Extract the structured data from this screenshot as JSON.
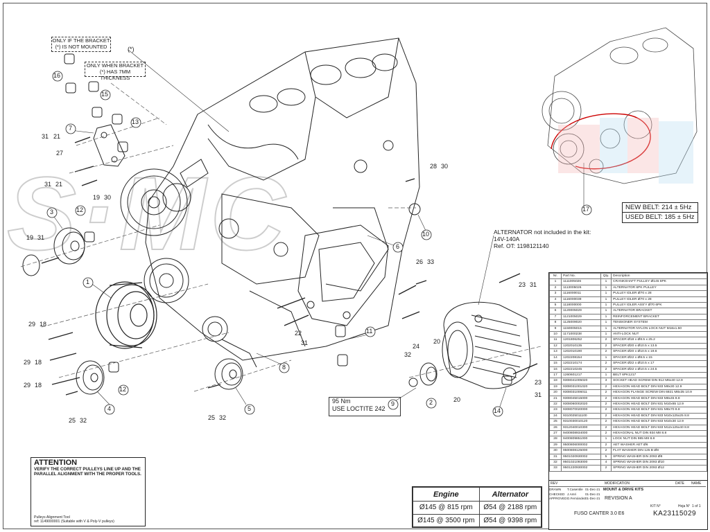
{
  "notes": {
    "bracket_not_mounted": "ONLY IF THE BRACKET (*) IS NOT MOUNTED",
    "bracket_7mm": "ONLY WHEN BRACKET (*) HAS 7MM THICKNESS",
    "asterisk": "(*)",
    "alternator_line1": "ALTERNATOR not included in the kit:",
    "alternator_line2": "14V-140A",
    "alternator_line3": "Ref. OT: 1198121140",
    "loctite_line1": "95 Nm",
    "loctite_line2": "USE LOCTITE 242"
  },
  "belt": {
    "new": "NEW BELT:  214 ± 5Hz",
    "used": "USED BELT:  185 ± 5Hz",
    "callout": "17"
  },
  "callouts": [
    "1",
    "2",
    "3",
    "4",
    "5",
    "6",
    "7",
    "8",
    "9",
    "10",
    "11",
    "12",
    "13",
    "14",
    "15",
    "16",
    "17",
    "18",
    "19",
    "20",
    "21",
    "22",
    "23",
    "24",
    "25",
    "26",
    "27",
    "28",
    "29",
    "30",
    "31",
    "32",
    "33"
  ],
  "labels": {
    "l1": "1",
    "l2": "2",
    "l3": "3",
    "l4": "4",
    "l5": "5",
    "l6": "6",
    "l7": "7",
    "l8": "8",
    "l9": "9",
    "l10": "10",
    "l11": "11",
    "l12a": "12",
    "l12b": "12",
    "l13": "13",
    "l14": "14",
    "l15": "15",
    "l16": "16",
    "l31_21a": "31",
    "l21a": "21",
    "l27": "27",
    "l31_21b": "31",
    "l21b": "21",
    "l19_30": "19",
    "l30": "30",
    "l19_31": "19",
    "l31c": "31",
    "l28": "28",
    "l30b": "30",
    "l26": "26",
    "l33": "33",
    "l23a": "23",
    "l31d": "31",
    "l22": "22",
    "l31e": "31",
    "l20a": "20",
    "l24": "24",
    "l32a": "32",
    "l29a": "29",
    "l18a": "18",
    "l29b": "29",
    "l18b": "18",
    "l29c": "29",
    "l18c": "18",
    "l25a": "25",
    "l32b": "32",
    "l25b": "25",
    "l32c": "32",
    "l20b": "20",
    "l23b": "23",
    "l31f": "31"
  },
  "attention": {
    "title": "ATTENTION",
    "body": "VERIFY THE CORRECT PULLEYS LINE UP AND THE PARALLEL ALIGNMENT WITH THE PROPER TOOLS.",
    "tool_line1": "Pulleys Alignment Tool",
    "tool_line2": "ref: 1149000001 (Suitable with V & Poly-V pulleys)"
  },
  "speed_table": {
    "headers": [
      "Engine",
      "Alternator"
    ],
    "rows": [
      [
        "Ø145 @ 815 rpm",
        "Ø54 @ 2188 rpm"
      ],
      [
        "Ø145 @ 3500 rpm",
        "Ø54 @ 9398 rpm"
      ]
    ]
  },
  "parts_table": {
    "headers": [
      "Nr.",
      "Part No.",
      "Qty.",
      "Description"
    ],
    "rows": [
      [
        "1",
        "1111005026",
        "1",
        "CRANKSHAFT PULLEY Ø145 6PK"
      ],
      [
        "2",
        "1113005026",
        "1",
        "ALTERNATOR 6PK PULLEY"
      ],
      [
        "3",
        "1116000011",
        "1",
        "PULLEY IDLER Ø70 x 28"
      ],
      [
        "4",
        "1116000039",
        "1",
        "PULLEY IDLER Ø70 x 28"
      ],
      [
        "5",
        "1118000000",
        "1",
        "PULLEY IDLER ASS'Y Ø70 6PK"
      ],
      [
        "6",
        "1120005029",
        "1",
        "ALTERNATOR BRACKET"
      ],
      [
        "7",
        "1121005029",
        "1",
        "REINFORCEMENT BRACKET"
      ],
      [
        "8",
        "1125009020",
        "1",
        "TENSIONER SYSTEM"
      ],
      [
        "9",
        "1150005015",
        "1",
        "ALTERNATOR NYLON LOCK NUT M16x1.50"
      ],
      [
        "10",
        "1171000238",
        "1",
        "ANTI-LOCK NUT"
      ],
      [
        "11",
        "1201806252",
        "2",
        "SPACER Ø18 x Ø8.5 x 25.2"
      ],
      [
        "12",
        "1202010135",
        "2",
        "SPACER Ø20 x Ø10.5 x 13.5"
      ],
      [
        "13",
        "1202010190",
        "2",
        "SPACER Ø20 x Ø10.5 x 19.6"
      ],
      [
        "14",
        "1202208154",
        "1",
        "SPACER Ø22 x Ø8.5 x 15"
      ],
      [
        "15",
        "1202210174",
        "2",
        "SPACER Ø22 x Ø10.5 x 17"
      ],
      [
        "16",
        "1202210245",
        "2",
        "SPACER Ø22 x Ø10.5 x 24.5"
      ],
      [
        "17",
        "1260601217",
        "1",
        "BELT 6PK1217"
      ],
      [
        "18",
        "9308041005020",
        "3",
        "SOCKET HEAD SCREW DIN 912 M6x40 12.9"
      ],
      [
        "19",
        "9308031001020",
        "2",
        "HEXAGON HEAD BOLT DIN 933 M8x30 12.9"
      ],
      [
        "20",
        "9308031006011",
        "2",
        "HEXAGON FLANGE SCREW DIN 6921 M8x35 10.9"
      ],
      [
        "21",
        "9308045015000",
        "2",
        "HEXAGON HEAD BOLT DIN 933 M8x45 8.8"
      ],
      [
        "22",
        "9308060002020",
        "2",
        "HEXAGON HEAD BOLT DIN 931 M10x65 12.9"
      ],
      [
        "23",
        "9308070020000",
        "2",
        "HEXAGON HEAD BOLT DIN 931 M8x70 8.8"
      ],
      [
        "24",
        "9310025011100",
        "2",
        "HEXAGON HEAD BOLT DIN 933 M10x125x25 8.8"
      ],
      [
        "25",
        "9310030010120",
        "2",
        "HEXAGON HEAD BOLT DIN 933 M10x30 12.9"
      ],
      [
        "26",
        "9312040010300",
        "2",
        "HEXAGON HEAD BOLT DIN 933 M12x125x40 8.8"
      ],
      [
        "27",
        "9400808934000",
        "2",
        "HEXAGONAL NUT DIN 934 M8 8.8"
      ],
      [
        "28",
        "9400809851000",
        "1",
        "LOCK NUT DIN 985 M8 8.8"
      ],
      [
        "29",
        "9500806000002",
        "2",
        "AET WASHER AET Ø6"
      ],
      [
        "30",
        "9500808125000",
        "2",
        "FLAT WASHER DIN 125 B Ø8"
      ],
      [
        "31",
        "9501020930002",
        "5",
        "SPRING WASHER DIN 2093 Ø8"
      ],
      [
        "32",
        "9501021093000",
        "4",
        "SPRING WASHER DIN 2093 Ø10"
      ],
      [
        "33",
        "9501220930002",
        "2",
        "SPRING WASHER DIN 2093 Ø12"
      ]
    ]
  },
  "title_block": {
    "rev": "REV",
    "modification": "MODIFICATION",
    "date": "DATE",
    "name": "NAME",
    "drawn": "DRAWN",
    "checked": "CHECKED",
    "approved": "APPROVED",
    "drawn_name": "T.Casentile",
    "checked_name": "J.Amri",
    "approved_name": "D.Fernández",
    "drawn_date": "01-Dec-21",
    "checked_date": "01-Dec-21",
    "approved_date": "01-Dec-21",
    "group": "MOUNT & DRIVE KITS",
    "revision": "REVISION  A",
    "vehicle": "FUSO CANTER 3.0 E6",
    "kit_no_label": "KIT N°",
    "kit_no": "KA23115029",
    "sheet_label": "Hoja N°",
    "sheet": "1 of 1"
  }
}
